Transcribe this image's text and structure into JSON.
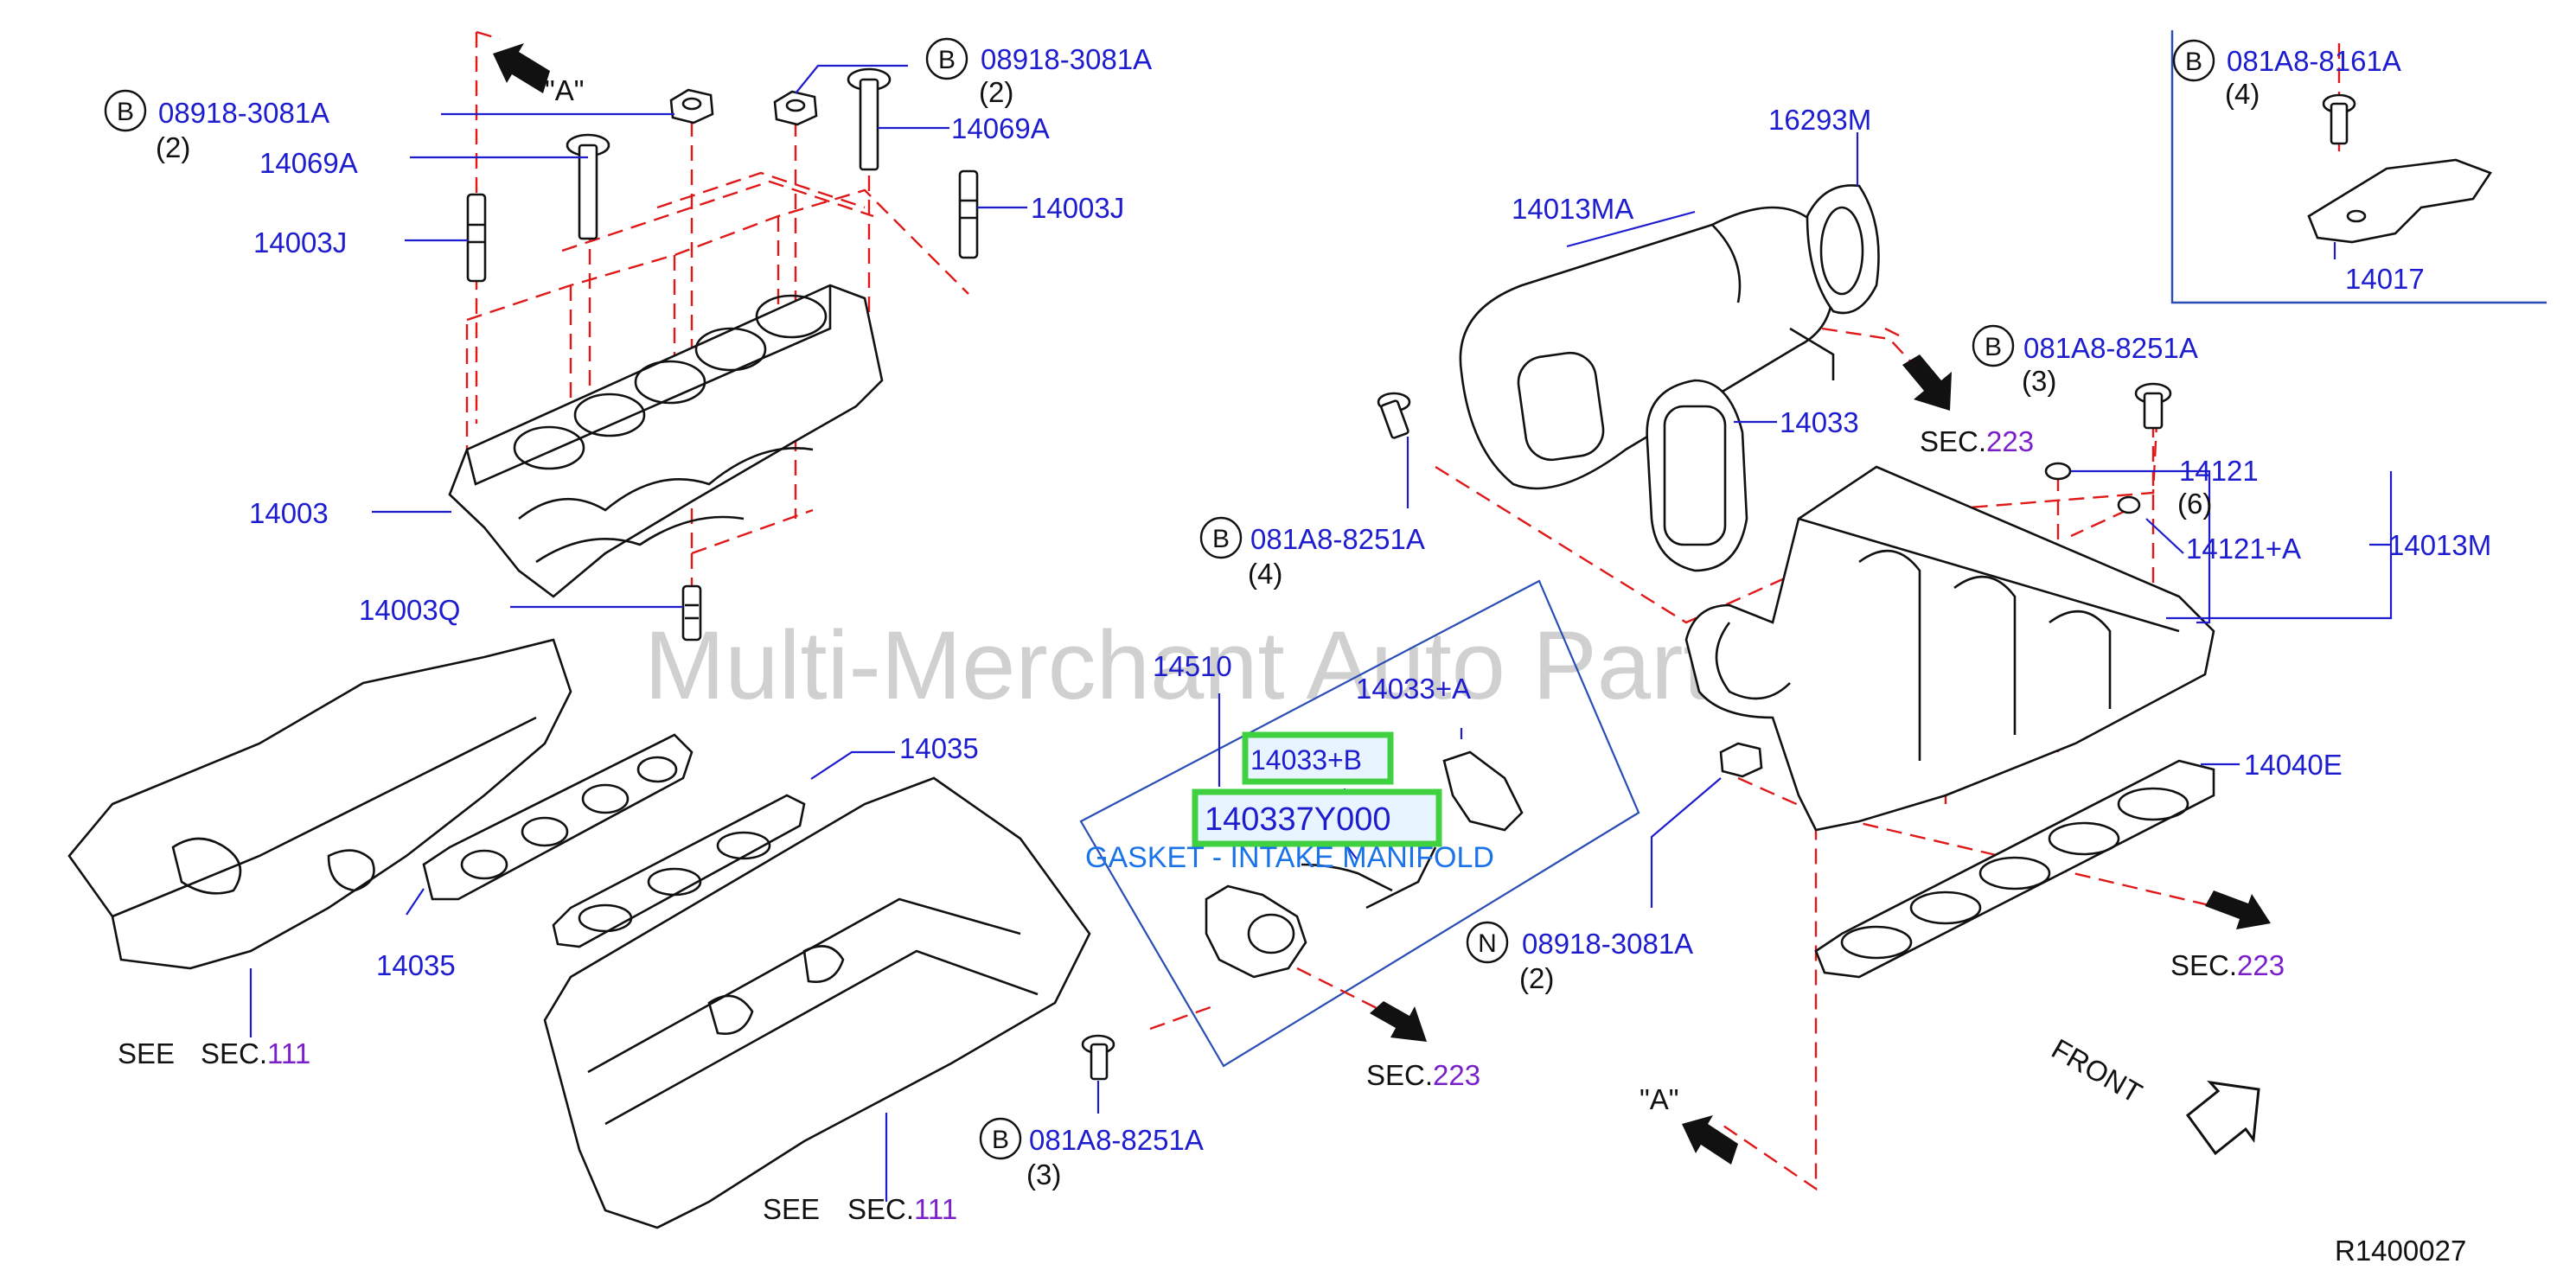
{
  "watermark": "Multi-Merchant Auto Partstore",
  "diagram_code": "R1400027",
  "front_label": "FRONT",
  "callout_a": "\"A\"",
  "circle_b": "B",
  "circle_n": "N",
  "see_label": "SEE",
  "sec_prefix": "SEC.",
  "sec_111": "111",
  "sec_223": "223",
  "highlight": {
    "code_1": "14033+B",
    "code_2": "140337Y000",
    "description": "GASKET - INTAKE MANIFOLD"
  },
  "parts": {
    "p08918_3081A": "08918-3081A",
    "p081A8_8161A": "081A8-8161A",
    "p081A8_8251A": "081A8-8251A",
    "p14069A": "14069A",
    "p14003J": "14003J",
    "p14003": "14003",
    "p14003Q": "14003Q",
    "p14035": "14035",
    "p14510": "14510",
    "p14033A": "14033+A",
    "p14013MA": "14013MA",
    "p16293M": "16293M",
    "p14017": "14017",
    "p14033": "14033",
    "p14121": "14121",
    "p14121A": "14121+A",
    "p14013M": "14013M",
    "p14040E": "14040E"
  },
  "qty": {
    "q2": "(2)",
    "q3": "(3)",
    "q4": "(4)",
    "q6": "(6)"
  },
  "colors": {
    "part_number": "#1d1dcf",
    "section_number": "#7a1fc9",
    "dashed_line": "#e01818",
    "highlight_border": "#3fd13f",
    "gasket_label": "#1a73e8"
  }
}
